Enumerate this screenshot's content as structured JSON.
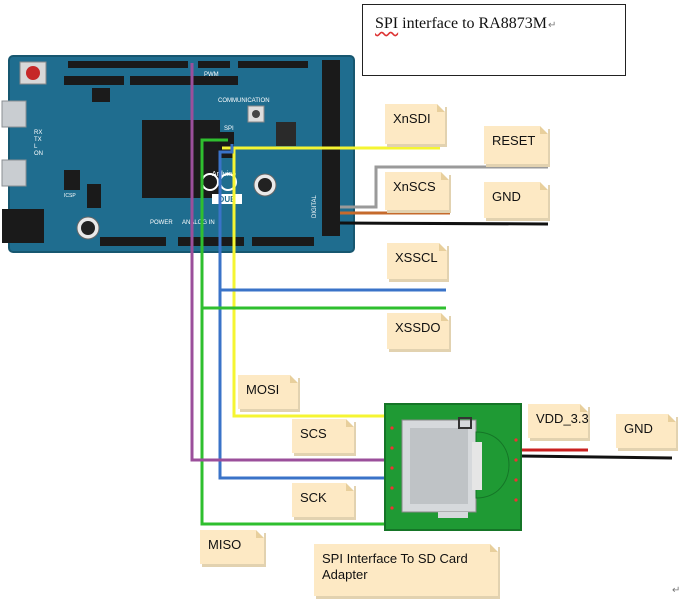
{
  "title": {
    "text_main": "SPI",
    "text_rest": " interface to RA8873M"
  },
  "board": {
    "logo_text": "Arduino",
    "model_label": "DUE",
    "header_labels": {
      "pwm": "PWM",
      "communication": "COMMUNICATION",
      "spi": "SPI",
      "power": "POWER",
      "analog_in": "ANALOG IN",
      "digital": "DIGITAL",
      "icsp": "ICSP",
      "rx": "RX",
      "tx": "TX",
      "l": "L",
      "on": "ON"
    }
  },
  "signals": {
    "xnsdi": "XnSDI",
    "reset": "RESET",
    "xnscs": "XnSCS",
    "gnd_top": "GND",
    "xsscl": "XSSCL",
    "xssdo": "XSSDO",
    "mosi": "MOSI",
    "scs": "SCS",
    "sck": "SCK",
    "miso": "MISO",
    "vdd": "VDD_3.3",
    "gnd_bottom": "GND"
  },
  "sd_adapter": {
    "caption": "SPI Interface To SD Card Adapter"
  },
  "colors": {
    "board": "#1f6d8f",
    "yellow": "#f5f532",
    "gray": "#9a9a9a",
    "orange": "#c56a2c",
    "black": "#111111",
    "blue": "#3a73c8",
    "green": "#2fbf2f",
    "purple": "#9b4f9b",
    "red": "#c91f1f",
    "sd_green": "#1f9a34",
    "note_fill": "#fde9c4"
  }
}
